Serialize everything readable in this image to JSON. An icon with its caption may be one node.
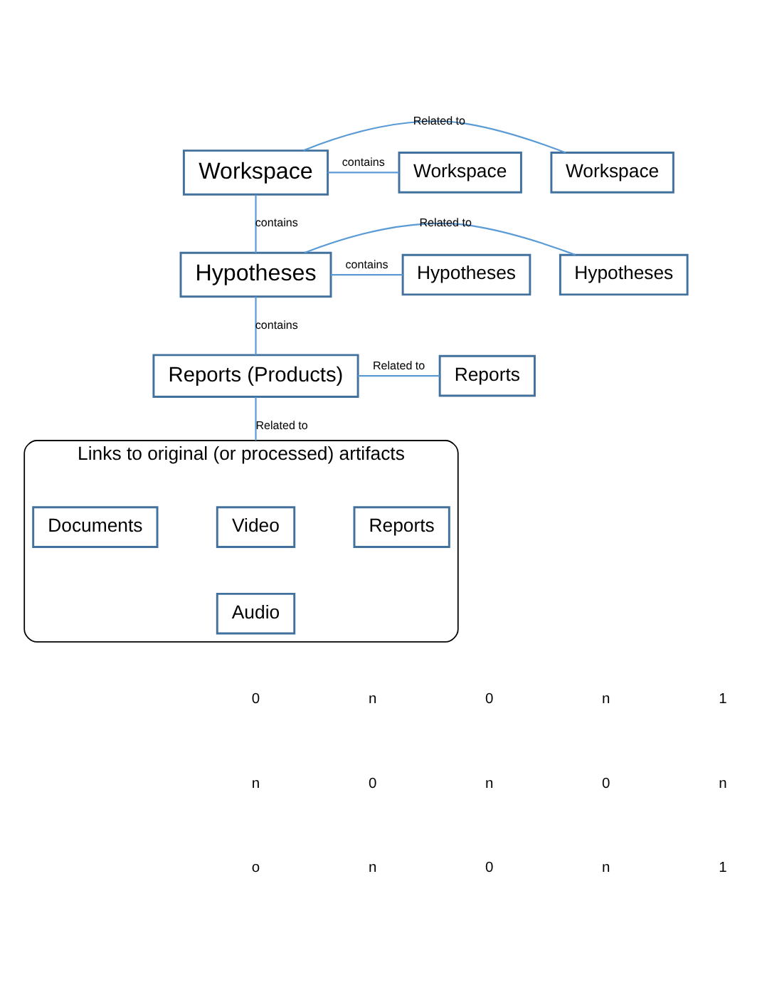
{
  "diagram": {
    "nodes": [
      {
        "text": [
          "Workspace"
        ]
      },
      {
        "text": [
          "Workspace"
        ]
      },
      {
        "text": [
          "Workspace"
        ]
      },
      {
        "text": [
          "Hypotheses"
        ]
      },
      {
        "text": [
          "Hypotheses"
        ]
      },
      {
        "text": [
          "Hypotheses"
        ]
      },
      {
        "text": [
          "Reports (Products)"
        ]
      },
      {
        "text": [
          "Reports"
        ]
      },
      {
        "text": [
          "Links to original (or processed) artifacts"
        ]
      },
      {
        "text": [
          "Documents"
        ],
        "in": 8
      },
      {
        "text": [
          "Video"
        ],
        "in": 8
      },
      {
        "text": [
          "Reports"
        ],
        "in": 8
      },
      {
        "text": [
          "Audio"
        ],
        "in": 8
      }
    ],
    "edges": [
      {
        "from": 0,
        "to": 1,
        "arrow": "none",
        "label": "Related to"
      },
      {
        "from": 0,
        "to": 2,
        "arrow": "none",
        "label": "contains"
      },
      {
        "from": 0,
        "to": 3,
        "arrow": "none",
        "label": "contains"
      },
      {
        "from": 3,
        "to": 4,
        "arrow": "none",
        "label": "Related to"
      },
      {
        "from": 3,
        "to": 5,
        "arrow": "none",
        "label": "contains"
      },
      {
        "from": 3,
        "to": 6,
        "arrow": "none",
        "label": "contains"
      },
      {
        "from": 6,
        "to": 7,
        "arrow": "none",
        "label": "Related to"
      },
      {
        "from": 6,
        "to": 8,
        "arrow": "none",
        "label": "Related to"
      }
    ],
    "labels": [
      "0",
      "n",
      "0",
      "n",
      "1",
      "n",
      "0",
      "n",
      "0",
      "n",
      "o",
      "n",
      "0",
      "n",
      "1"
    ]
  }
}
